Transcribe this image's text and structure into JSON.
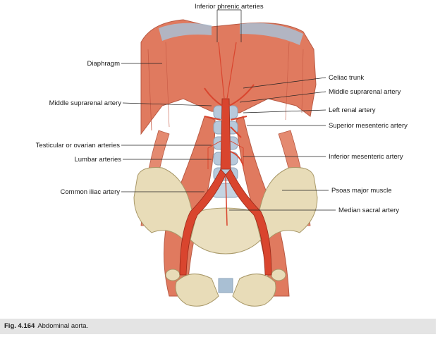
{
  "labels": {
    "inferior_phrenic": "Inferior phrenic arteries",
    "diaphragm": "Diaphragm",
    "middle_suprarenal_left": "Middle suprarenal artery",
    "testicular_ovarian": "Testicular or ovarian arteries",
    "lumbar": "Lumbar arteries",
    "common_iliac": "Common iliac artery",
    "celiac_trunk": "Celiac trunk",
    "middle_suprarenal_right": "Middle suprarenal artery",
    "left_renal": "Left renal artery",
    "superior_mesenteric": "Superior mesenteric artery",
    "inferior_mesenteric": "Inferior mesenteric artery",
    "psoas_major": "Psoas major muscle",
    "median_sacral": "Median sacral artery"
  },
  "caption": {
    "fig_number": "Fig. 4.164",
    "text": "Abdominal aorta."
  },
  "colors": {
    "muscle": "#e07a5f",
    "muscle_dark": "#c65a45",
    "tendon": "#a9bfd3",
    "bone": "#e8dcb8",
    "artery": "#d9452e",
    "caption_bg": "#e4e4e4"
  }
}
